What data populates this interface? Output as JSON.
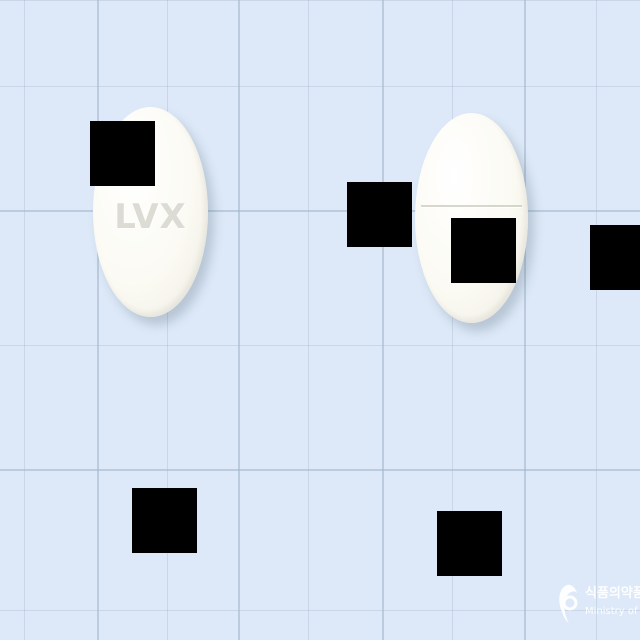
{
  "photo": {
    "background_color": "#dde9f8",
    "subject": "two white oval tablets on a grid board",
    "pills": [
      {
        "id": "left",
        "color": "#fbfaf3",
        "imprint": "LVX"
      },
      {
        "id": "right",
        "color": "#fbfaf3",
        "imprint": ""
      }
    ],
    "redaction_color": "#000000",
    "redaction_count": 6
  },
  "watermark": {
    "org_korean": "식품의약품",
    "org_english": "Ministry of Food",
    "emblem": "taegeuk-emblem-icon"
  }
}
